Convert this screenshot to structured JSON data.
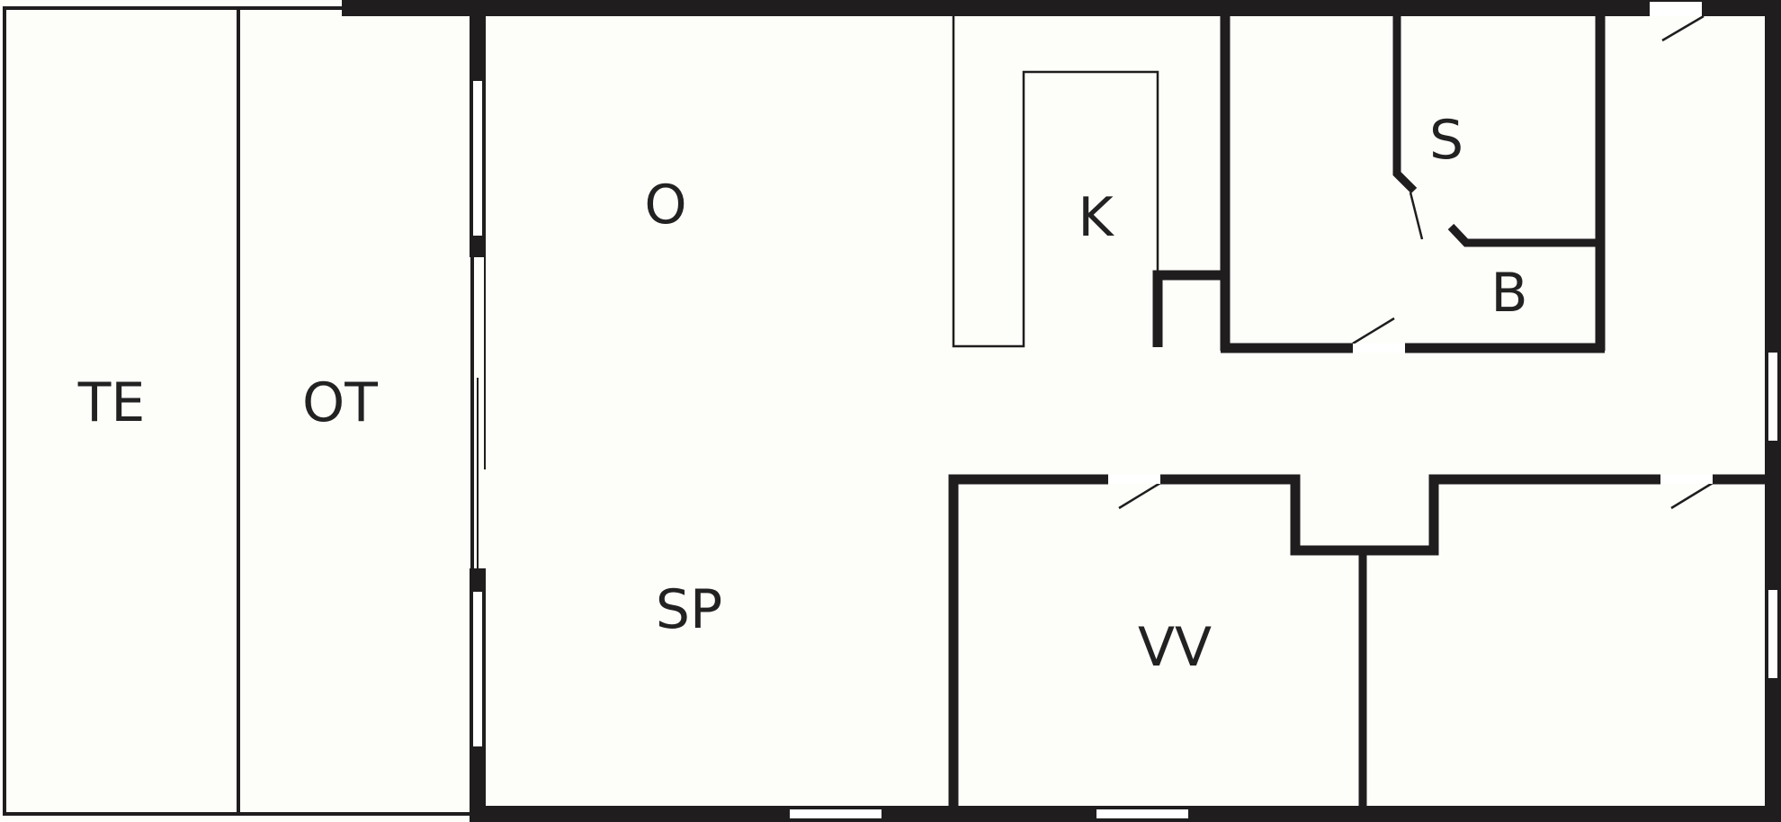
{
  "floor_plan": {
    "colors": {
      "background": "#ffffff",
      "floor": "#fdfdf9",
      "wall": "#1f1d1e",
      "window": "#ffffff"
    },
    "rooms": {
      "te": {
        "label": "TE"
      },
      "ot": {
        "label": "OT"
      },
      "o": {
        "label": "O"
      },
      "k": {
        "label": "K"
      },
      "s": {
        "label": "S"
      },
      "b": {
        "label": "B"
      },
      "sp": {
        "label": "SP"
      },
      "vv": {
        "label": "VV"
      }
    }
  }
}
